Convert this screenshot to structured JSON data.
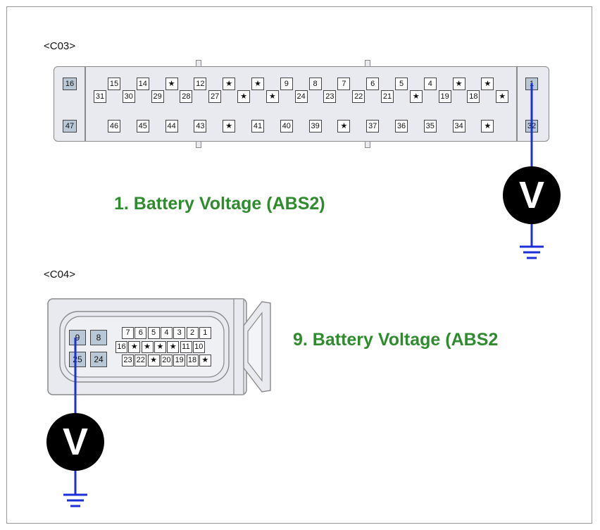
{
  "diagram": {
    "c03": {
      "name": "<C03>",
      "label": "1. Battery Voltage (ABS2)",
      "side_left": [
        "16",
        "47"
      ],
      "side_right": [
        "1",
        "32"
      ],
      "row1": [
        "15",
        "14",
        "★",
        "12",
        "★",
        "★",
        "9",
        "8",
        "7",
        "6",
        "5",
        "4",
        "★",
        "★"
      ],
      "row2": [
        "31",
        "30",
        "29",
        "28",
        "27",
        "★",
        "★",
        "24",
        "23",
        "22",
        "21",
        "★",
        "19",
        "18",
        "★"
      ],
      "row3": [
        "46",
        "45",
        "44",
        "43",
        "★",
        "41",
        "40",
        "39",
        "★",
        "37",
        "36",
        "35",
        "34",
        "★"
      ],
      "meter": "V"
    },
    "c04": {
      "name": "<C04>",
      "label": "9. Battery Voltage (ABS2",
      "left_pins": [
        "9",
        "8",
        "25",
        "24"
      ],
      "row1": [
        "7",
        "6",
        "5",
        "4",
        "3",
        "2",
        "1"
      ],
      "row2": [
        "16",
        "★",
        "★",
        "★",
        "★",
        "11",
        "10"
      ],
      "row3": [
        "23",
        "22",
        "★",
        "20",
        "19",
        "18",
        "★"
      ],
      "meter": "V"
    },
    "colors": {
      "title": "#2e8b2e",
      "probe": "#1c2fd8",
      "meter": "#000000",
      "pin_shaded": "#b9c8d6"
    }
  }
}
